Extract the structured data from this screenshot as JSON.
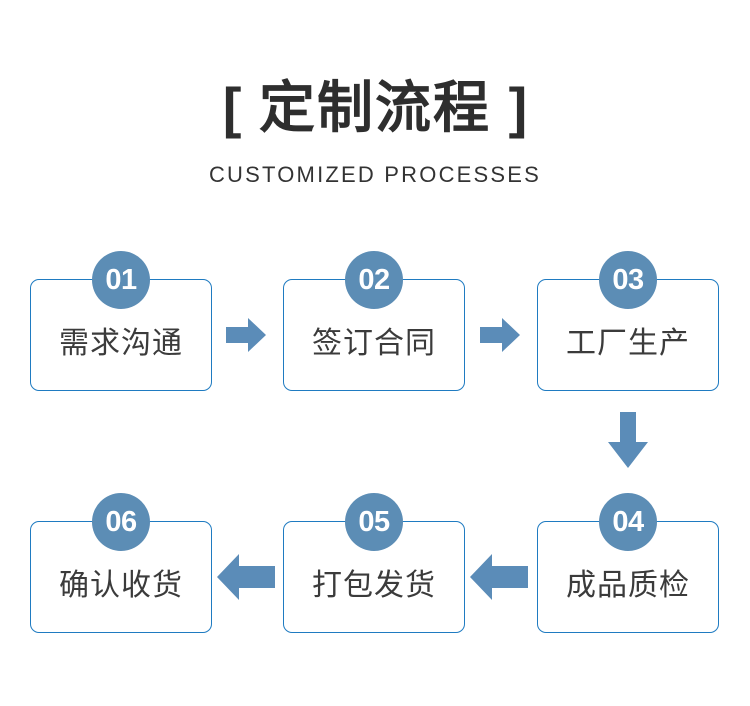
{
  "header": {
    "bracket_open": "[",
    "title": "定制流程",
    "bracket_close": "]",
    "subtitle": "CUSTOMIZED PROCESSES"
  },
  "colors": {
    "box_border": "#1f7bc1",
    "badge_fill": "#5c8db5",
    "arrow_fill": "#5b8cb8",
    "label_text": "#3b3b3b",
    "title_text": "#2e2e2e",
    "background": "#ffffff"
  },
  "flow": {
    "steps": [
      {
        "number": "01",
        "label": "需求沟通",
        "row": 1,
        "column": 1
      },
      {
        "number": "02",
        "label": "签订合同",
        "row": 1,
        "column": 2
      },
      {
        "number": "03",
        "label": "工厂生产",
        "row": 1,
        "column": 3
      },
      {
        "number": "04",
        "label": "成品质检",
        "row": 2,
        "column": 3
      },
      {
        "number": "05",
        "label": "打包发货",
        "row": 2,
        "column": 2
      },
      {
        "number": "06",
        "label": "确认收货",
        "row": 2,
        "column": 1
      }
    ],
    "connectors": [
      {
        "from": "01",
        "to": "02",
        "direction": "right"
      },
      {
        "from": "02",
        "to": "03",
        "direction": "right"
      },
      {
        "from": "03",
        "to": "04",
        "direction": "down"
      },
      {
        "from": "04",
        "to": "05",
        "direction": "left"
      },
      {
        "from": "05",
        "to": "06",
        "direction": "left"
      }
    ]
  }
}
